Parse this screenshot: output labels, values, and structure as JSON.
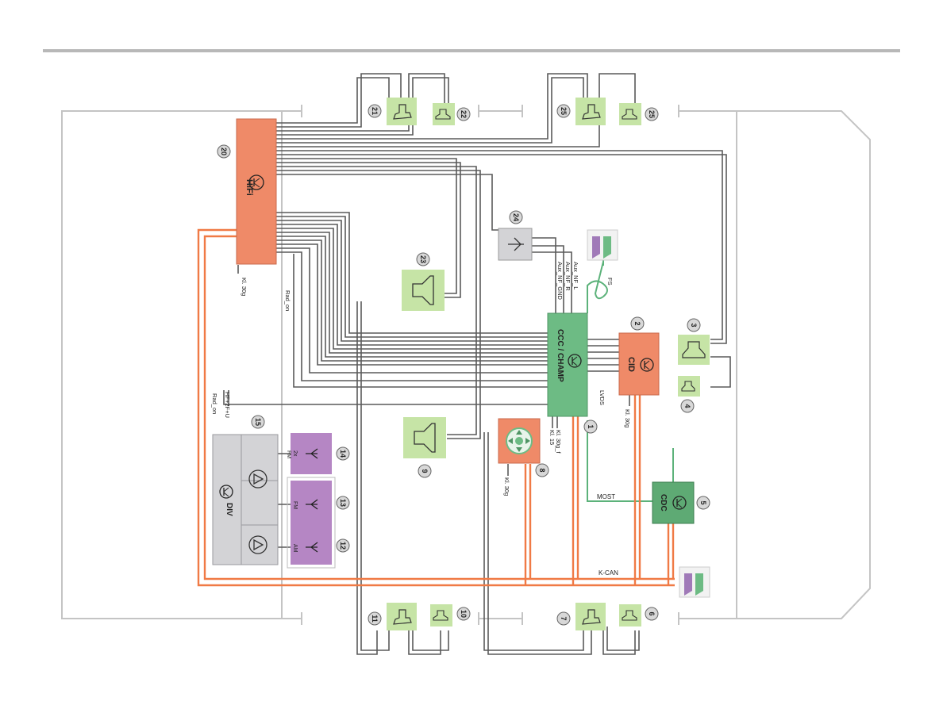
{
  "modules": {
    "hifi": "HiFi",
    "ccc": "CCC / CHAMP",
    "cid": "CID",
    "cdc": "CDC",
    "div": "DIV"
  },
  "antennas": {
    "a14": "2x\nFM",
    "a13": "FM",
    "a12": "AM"
  },
  "signals": {
    "kl30g_hifi": "Kl. 30g",
    "kl30g_cid": "Kl. 30g",
    "kl30g_ctrl": "Kl. 30g",
    "kl30g_ccc": "Kl. 30g_f",
    "kl15": "Kl. 15",
    "rad_on_a": "Rad_on",
    "rad_on_b": "Rad_on",
    "hf_power": "HF+2F+U",
    "lvds": "LVDS",
    "most": "MOST",
    "kcan": "K-CAN",
    "fs": "FS",
    "aux_l": "Aux_NF_L",
    "aux_r": "Aux_NF_R",
    "aux_gnd": "Aux_NF_GND"
  },
  "numbers": {
    "n1": "1",
    "n2": "2",
    "n3": "3",
    "n4": "4",
    "n5": "5",
    "n6": "6",
    "n7": "7",
    "n8": "8",
    "n9": "9",
    "n10": "10",
    "n11": "11",
    "n12": "12",
    "n13": "13",
    "n14": "14",
    "n15": "15",
    "n20": "20",
    "n21": "21",
    "n22": "22",
    "n23": "23",
    "n24": "24",
    "n25a": "25",
    "n25b": "25"
  },
  "colors": {
    "hifi": "#ef8a68",
    "ccc": "#6dbb84",
    "cdc": "#5eaa74",
    "speaker": "#c6e4a6",
    "antenna": "#b586c4",
    "div": "#d3d3d6",
    "kcan": "#f07a45",
    "wire": "#555555",
    "body": "#c0c0c0"
  }
}
